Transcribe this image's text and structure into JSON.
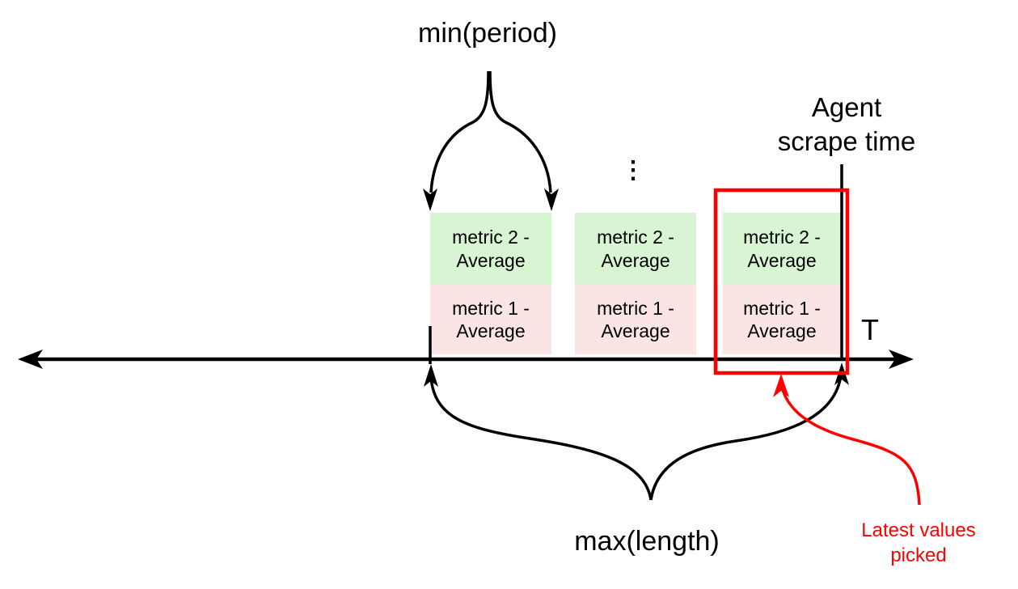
{
  "diagram": {
    "title_hint": "metrics scrape timeline",
    "min_period_label": "min(period)",
    "agent_scrape_label": "Agent\nscrape time",
    "t_axis_label": "T",
    "max_length_label": "max(length)",
    "latest_values_label": "Latest values\npicked",
    "continuation_dots": "⋮",
    "groups": [
      {
        "metric2": "metric 2 -\nAverage",
        "metric1": "metric 1 -\nAverage"
      },
      {
        "metric2": "metric 2 -\nAverage",
        "metric1": "metric 1 -\nAverage"
      },
      {
        "metric2": "metric 2 -\nAverage",
        "metric1": "metric 1 -\nAverage"
      }
    ],
    "colors": {
      "metric2_fill": "#d8f5d3",
      "metric1_fill": "#fae4e4",
      "highlight_red": "#ff0000",
      "ink_black": "#000000"
    }
  }
}
